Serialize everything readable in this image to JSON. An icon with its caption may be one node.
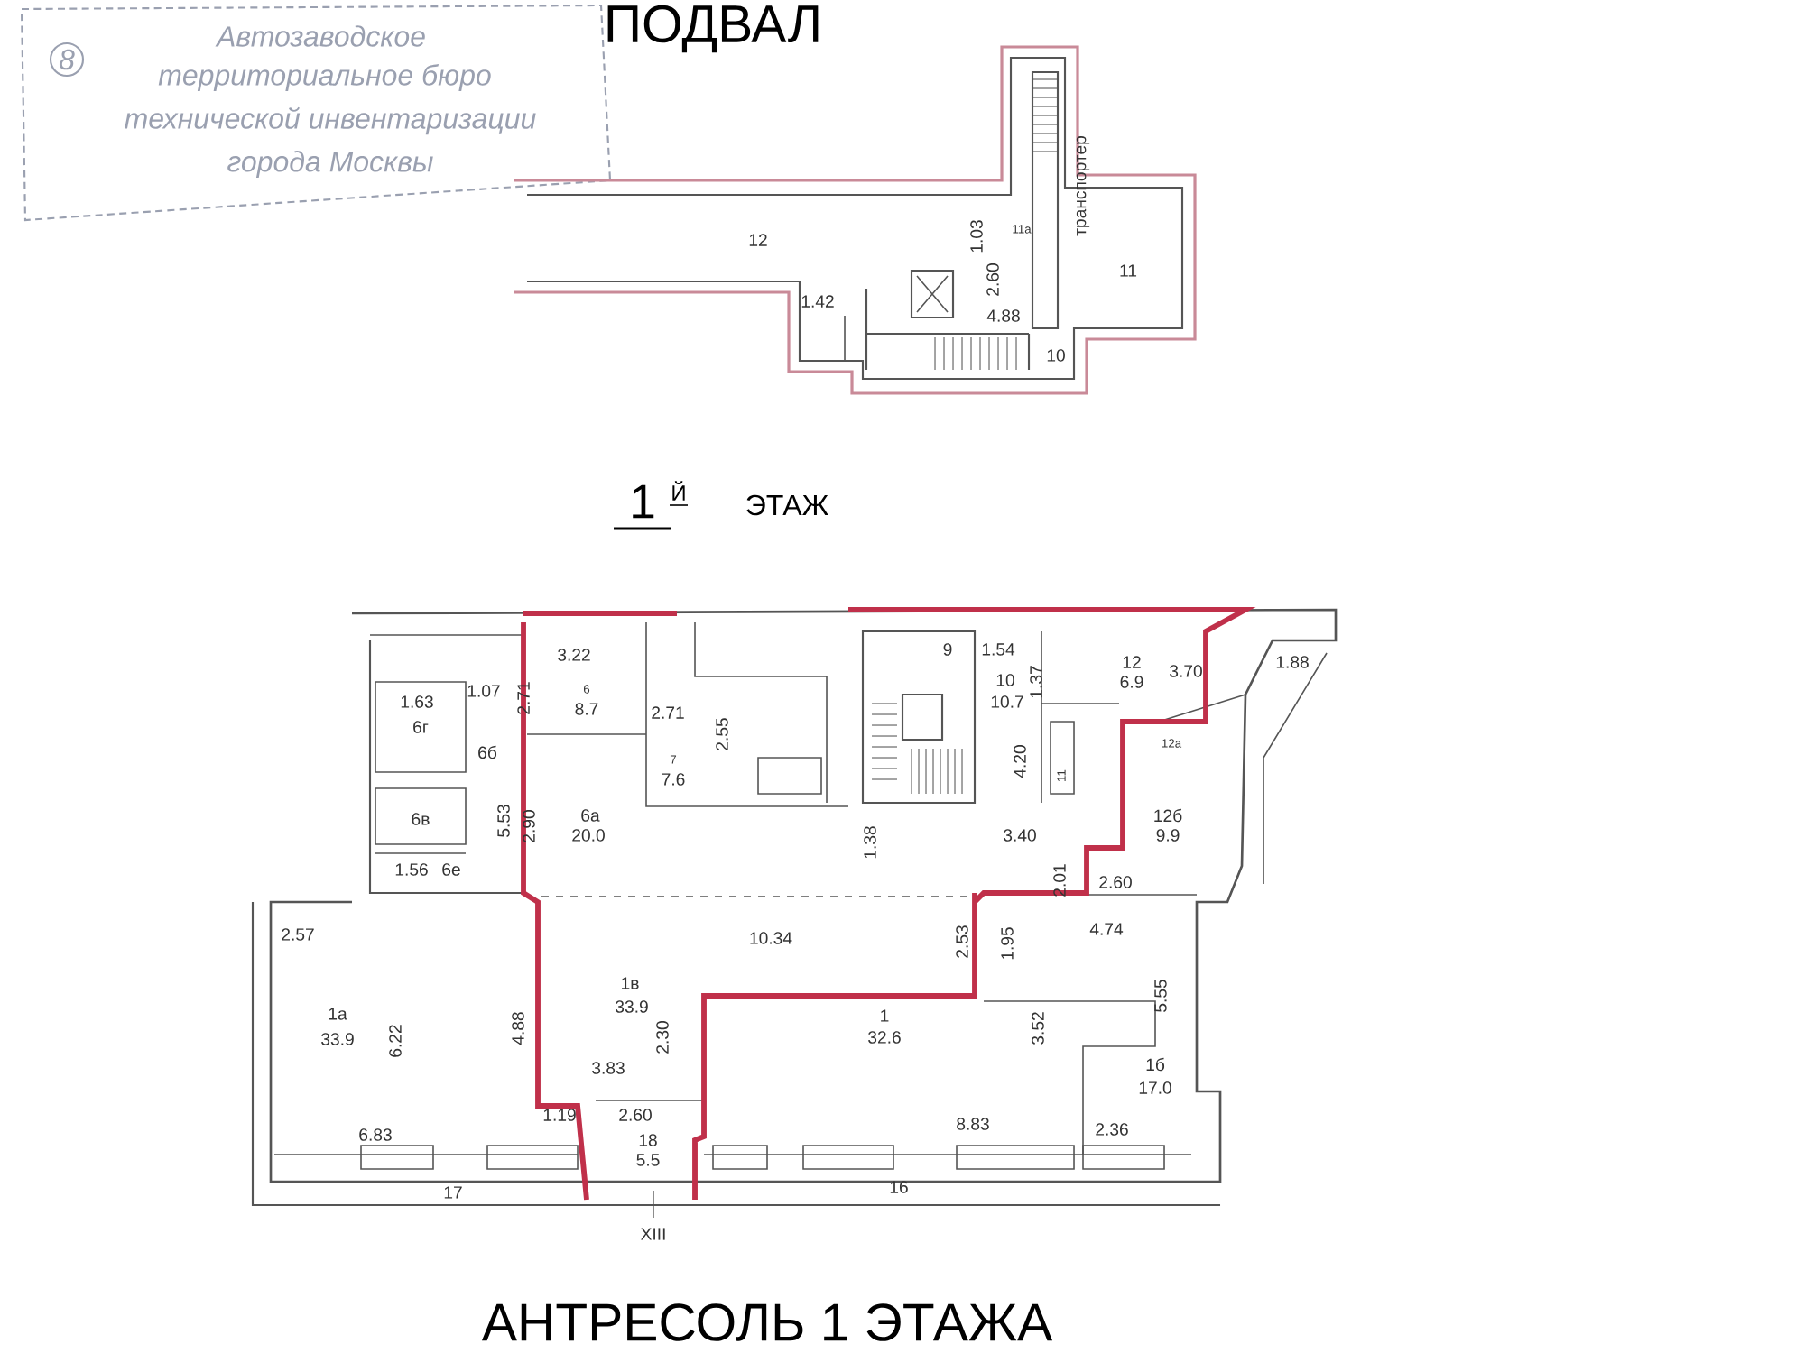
{
  "diagram": {
    "title": "ПОДВАЛ",
    "labels": [
      "Автозаводское",
      "территориальное бюро",
      "технической инвентаризации",
      "города Москвы",
      "8",
      "12",
      "1.03",
      "2.60",
      "11а",
      "транспортер",
      "11",
      "1.42",
      "4.88",
      "10",
      "1",
      "Й",
      "ЭТАЖ",
      "1.63",
      "1.07",
      "6г",
      "6б",
      "6в",
      "5.53",
      "1.56",
      "6е",
      "3.22",
      "2.71",
      "6",
      "8.7",
      "2.71",
      "2.55",
      "7",
      "7.6",
      "2.90",
      "6а",
      "20.0",
      "1.38",
      "9",
      "1.54",
      "10",
      "10.7",
      "1.37",
      "12",
      "6.9",
      "3.70",
      "1.88",
      "4.20",
      "11",
      "12а",
      "3.40",
      "12б",
      "9.9",
      "2.01",
      "2.60",
      "2.57",
      "10.34",
      "2.53",
      "1.95",
      "4.74",
      "1в",
      "33.9",
      "5.55",
      "1а",
      "33.9",
      "6.22",
      "4.88",
      "2.30",
      "1",
      "32.6",
      "3.52",
      "1б",
      "17.0",
      "3.83",
      "1.19",
      "2.60",
      "8.83",
      "2.36",
      "6.83",
      "18",
      "5.5",
      "17",
      "16",
      "XIII",
      "АНТРЕСОЛЬ 1 ЭТАЖА"
    ]
  }
}
